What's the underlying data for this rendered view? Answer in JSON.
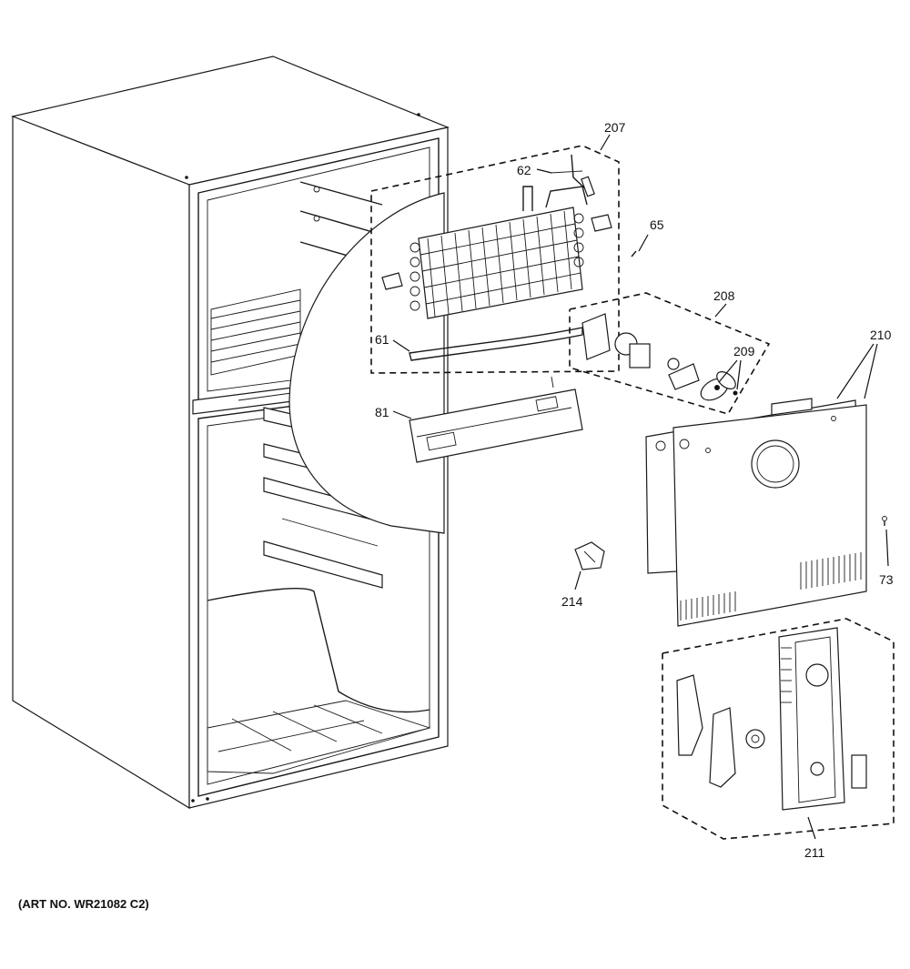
{
  "diagram": {
    "art_number": "(ART NO. WR21082 C2)",
    "callouts": {
      "c207": "207",
      "c62": "62",
      "c65": "65",
      "c208": "208",
      "c209": "209",
      "c210": "210",
      "c61": "61",
      "c81": "81",
      "c73": "73",
      "c214": "214",
      "c211": "211"
    }
  }
}
